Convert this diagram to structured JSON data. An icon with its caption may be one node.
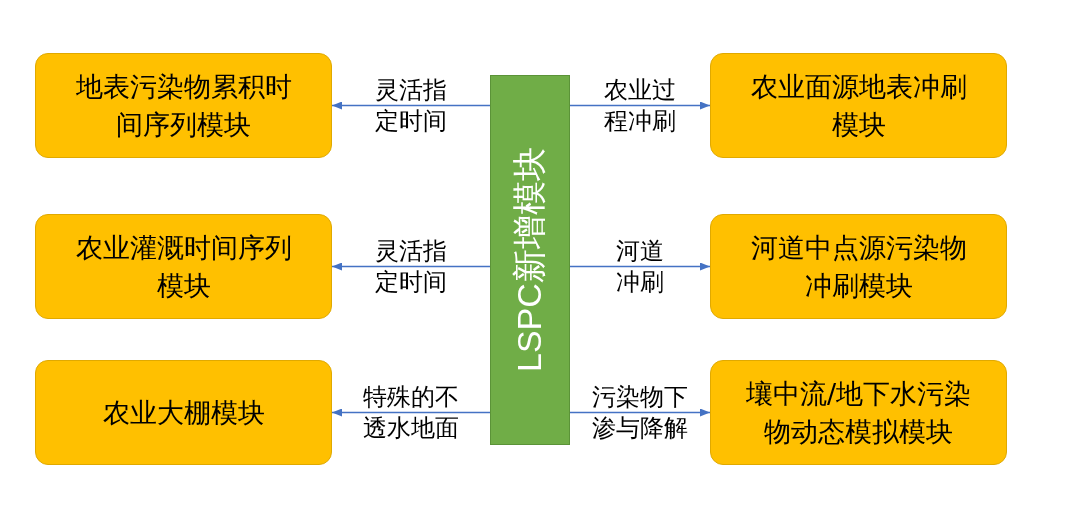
{
  "diagram": {
    "nodes": [
      {
        "text": [
          "地表污染物累积时间序列模块"
        ]
      },
      {
        "text": [
          "LSPC新增模块"
        ]
      },
      {
        "text": [
          "农业面源地表冲刷模块"
        ]
      },
      {
        "text": [
          "农业灌溉时间序列模块"
        ]
      },
      {
        "text": [
          "河道中点源污染物冲刷模块"
        ]
      },
      {
        "text": [
          "农业大棚模块"
        ]
      },
      {
        "text": [
          "壤中流/地下水污染物动态模拟模块"
        ]
      }
    ],
    "edges": [
      {
        "from": 1,
        "to": 0,
        "arrow": "to",
        "label": "灵活指定时间"
      },
      {
        "from": 1,
        "to": 2,
        "arrow": "to",
        "label": "农业过程冲刷"
      },
      {
        "from": 1,
        "to": 3,
        "arrow": "to",
        "label": "灵活指定时间"
      },
      {
        "from": 1,
        "to": 4,
        "arrow": "to",
        "label": "河道冲刷"
      },
      {
        "from": 1,
        "to": 5,
        "arrow": "to",
        "label": "特殊的不透水地面"
      },
      {
        "from": 1,
        "to": 6,
        "arrow": "to",
        "label": "污染物下渗与降解"
      }
    ]
  }
}
